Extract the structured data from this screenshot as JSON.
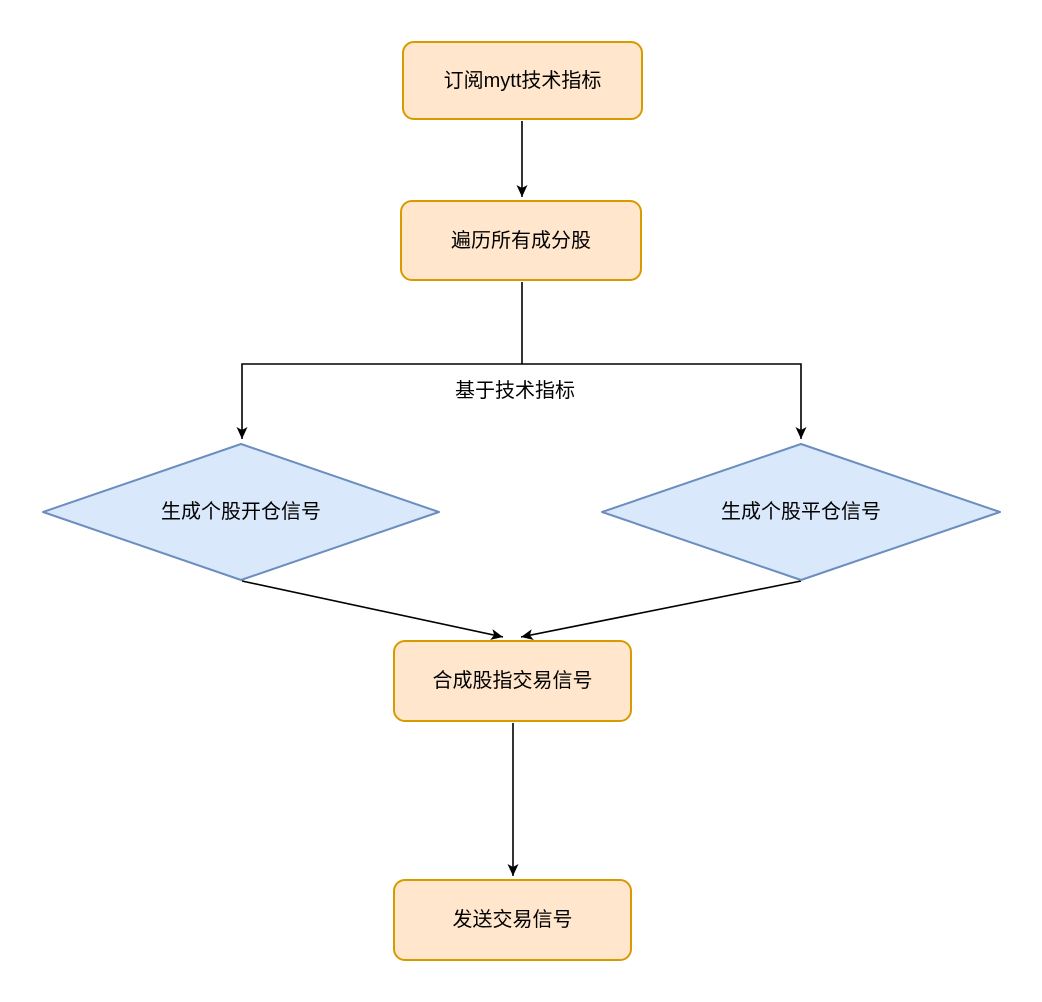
{
  "diagram": {
    "kind": "flowchart",
    "colors": {
      "background": "#ffffff",
      "process_fill": "#FFE6CC",
      "process_stroke": "#D79B00",
      "decision_fill": "#DAE8FC",
      "decision_stroke": "#6C8EBF",
      "edge_color": "#000000",
      "text_color": "#000000"
    },
    "nodes": [
      {
        "id": "subscribe-indicator",
        "shape": "rounded-rect",
        "label": "订阅mytt技术指标"
      },
      {
        "id": "iterate-constituents",
        "shape": "rounded-rect",
        "label": "遍历所有成分股"
      },
      {
        "id": "open-signal",
        "shape": "diamond",
        "label": "生成个股开仓信号"
      },
      {
        "id": "close-signal",
        "shape": "diamond",
        "label": "生成个股平仓信号"
      },
      {
        "id": "combine-signal",
        "shape": "rounded-rect",
        "label": "合成股指交易信号"
      },
      {
        "id": "send-signal",
        "shape": "rounded-rect",
        "label": "发送交易信号"
      }
    ],
    "branch_label": "基于技术指标",
    "edges": [
      {
        "from": "subscribe-indicator",
        "to": "iterate-constituents"
      },
      {
        "from": "iterate-constituents",
        "to": "open-signal",
        "label": "基于技术指标"
      },
      {
        "from": "iterate-constituents",
        "to": "close-signal",
        "label": "基于技术指标"
      },
      {
        "from": "open-signal",
        "to": "combine-signal"
      },
      {
        "from": "close-signal",
        "to": "combine-signal"
      },
      {
        "from": "combine-signal",
        "to": "send-signal"
      }
    ]
  }
}
